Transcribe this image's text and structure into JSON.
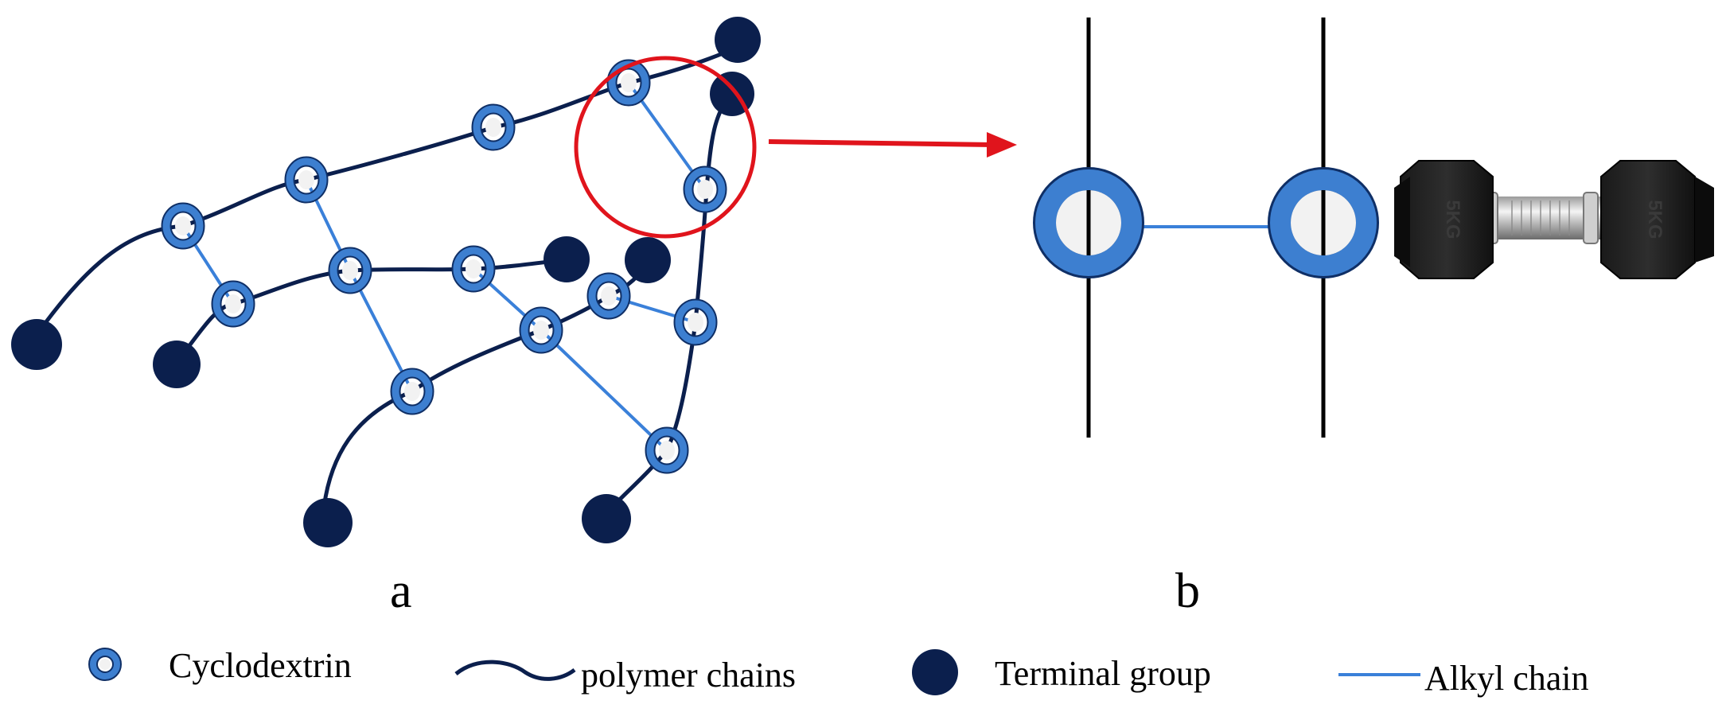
{
  "panels": {
    "a_label": "a",
    "b_label": "b"
  },
  "legend": {
    "cyclodextrin": "Cyclodextrin",
    "polymer_chains": "polymer chains",
    "terminal_group": "Terminal group",
    "alkyl_chain": "Alkyl chain"
  },
  "dumbbell": {
    "plate_text": "5KG"
  },
  "colors": {
    "ring": "#3d7fd0",
    "ring_dark": "#0f2f66",
    "polymer": "#0b1f4d",
    "terminal": "#0b1f4d",
    "alkyl": "#3a80d9",
    "highlight": "#e0141c",
    "rod": "#000000"
  }
}
